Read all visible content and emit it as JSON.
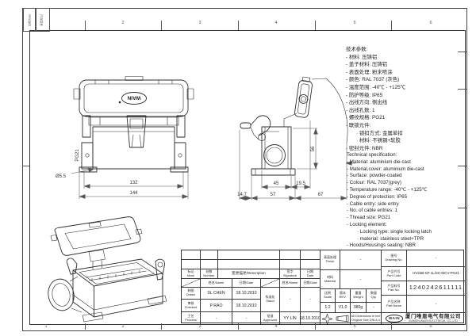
{
  "frame": {
    "top_numbers": [
      "2",
      "3",
      "4",
      "5",
      "6"
    ],
    "bottom_numbers": [
      "1",
      "2",
      "3",
      "4",
      "5",
      "6"
    ],
    "corner_box1": "日期/Date",
    "corner_box2": "更改标记"
  },
  "specs_cn": {
    "title": "技术参数:",
    "items": [
      "- 材料: 压铸铝",
      "- 盖子材料: 压铸铝",
      "- 表面处理: 粉末喷涂",
      "- 颜色: RAL 7037 (灰色)",
      "- 温度范围: -40℃ - +125℃",
      "- 防护等级: IP65",
      "- 出线方向: 侧出线",
      "- 出线孔数: 1",
      "- 螺纹规格: PG21",
      "- 联锁元件:",
      "· 锁扣方式: 金属单扣",
      "· 材料: 不锈钢+软胶",
      "- 密封元件: NBR"
    ]
  },
  "specs_en": {
    "title": "Technical specification:",
    "items": [
      "- Material: aluminium die-cast",
      "- Material,cover: aluminium die-cast",
      "- Surface: powder-coated",
      "- Colour: RAL 7037(grey)",
      "- Temperature range: -40℃ - +125℃",
      "- Degree of protection: IP65",
      "- Cable entry: side entry",
      "- No. of cable entries: 1",
      "- Thread size: PG21",
      "- Locking element:",
      "· Locking type: single locking latch",
      "· material: stainless steel+TPR",
      "- Hoods/Housings sealing: NBR"
    ]
  },
  "views": {
    "front": {
      "logo": "WAIN",
      "dim_132": "132",
      "dim_144": "144",
      "dim_pg": "PG21",
      "dim_hole": "Ø5.5"
    },
    "side": {
      "dim_56": "56",
      "dim_45": "45",
      "dim_19_5": "19.5",
      "dim_14_7": "14.7",
      "dim_57": "57",
      "dim_67": "67"
    }
  },
  "title_block": {
    "header": {
      "mark_cn": "标记",
      "mark_en": "Mark",
      "number_cn": "处数",
      "number_en": "Number",
      "description": "变更描述/Description",
      "signature_cn": "签字",
      "signature_en": "Signature",
      "date_cn": "日期",
      "date_en": "Date"
    },
    "subheader": {
      "name": "姓名/Name",
      "date": "日期/Date"
    },
    "drawn": {
      "cn": "制图",
      "en": "Drawn",
      "name": "SL CHEN",
      "date": "18.10.2010"
    },
    "checked": {
      "cn": "审核",
      "en": "Checked",
      "name": "P RAO",
      "date": "18.10.2010"
    },
    "process": {
      "cn": "工艺",
      "en": "Process",
      "name": "-",
      "date": "-"
    },
    "stand": {
      "cn": "标准化",
      "en": "Stand",
      "name": "-",
      "date": "-"
    },
    "approved": {
      "cn": "批准",
      "en": "Approved",
      "name": "YY LIN",
      "date": "18.10.2010"
    },
    "finish": {
      "cn": "表面处理",
      "en": "Finish",
      "value": "-"
    },
    "material": {
      "cn": "材料",
      "en": "Material",
      "value": "-"
    },
    "scale": {
      "cn": "比例",
      "en": "Scale",
      "value": "1:2"
    },
    "rev": {
      "cn": "版本",
      "en": "REV.",
      "value": "V1.0"
    },
    "weight": {
      "cn": "重量",
      "en": "Weight",
      "value": "380g"
    },
    "qty": {
      "cn": "数量",
      "en": "Qty.",
      "value": "-"
    },
    "note_line1": "All Dimensions in mm",
    "note_line2": "Original Size DIN A 4",
    "drawing_no": {
      "cn": "图号",
      "en": "Drawing No.",
      "value": "-"
    },
    "part_code": {
      "cn": "产品代号",
      "en": "Part Code",
      "value": "HV24B-SF-1L/SC-MCV-PG21"
    },
    "part_no": {
      "cn": "产品料号",
      "en": "Part No.",
      "value": "1240242611111"
    },
    "part_name": {
      "cn": "产品名称",
      "en": "Part Name",
      "value": "-"
    },
    "company": {
      "logo": "WAIN",
      "name_cn": "厦门唯恩电气有限公司",
      "name_en": "XIAMEN WAIN ELECTRICAL CO.,LTD"
    }
  }
}
